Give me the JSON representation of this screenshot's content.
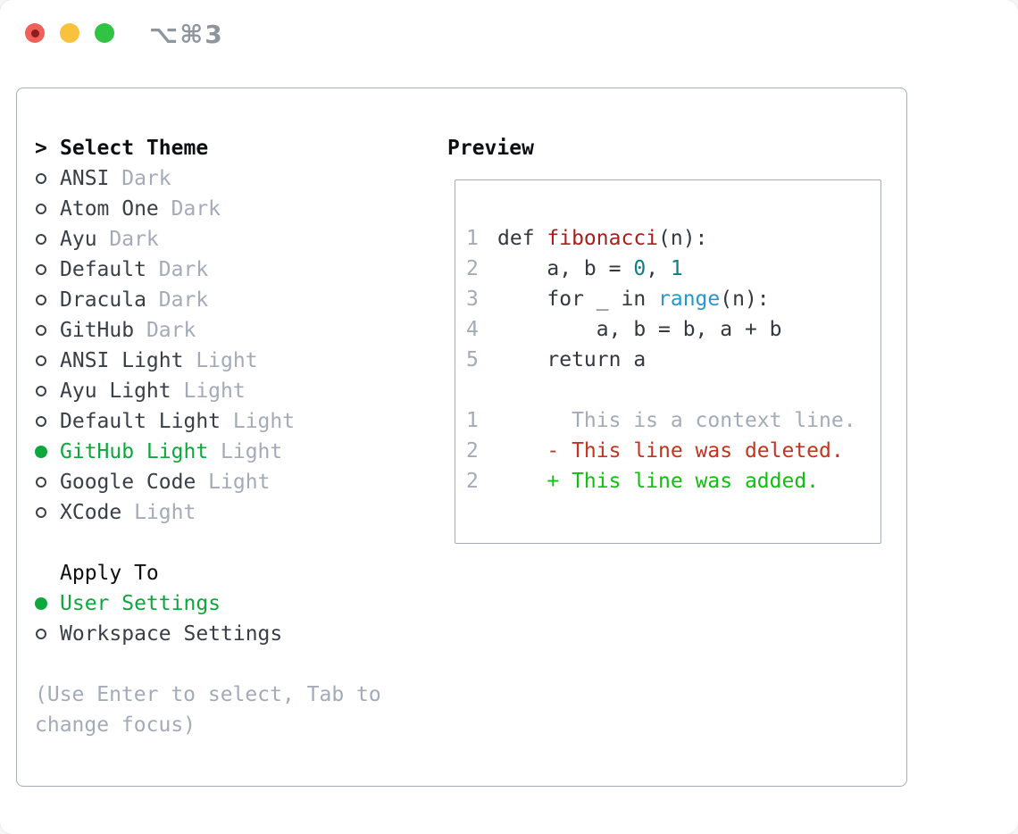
{
  "window": {
    "titlebar": {
      "shortcut_label": "⌥⌘3"
    }
  },
  "theme_menu": {
    "header": {
      "prompt": ">",
      "label": "Select Theme"
    },
    "items": [
      {
        "name": "ANSI",
        "variant": "Dark",
        "selected": false
      },
      {
        "name": "Atom One",
        "variant": "Dark",
        "selected": false
      },
      {
        "name": "Ayu",
        "variant": "Dark",
        "selected": false
      },
      {
        "name": "Default",
        "variant": "Dark",
        "selected": false
      },
      {
        "name": "Dracula",
        "variant": "Dark",
        "selected": false
      },
      {
        "name": "GitHub",
        "variant": "Dark",
        "selected": false
      },
      {
        "name": "ANSI Light",
        "variant": "Light",
        "selected": false
      },
      {
        "name": "Ayu Light",
        "variant": "Light",
        "selected": false
      },
      {
        "name": "Default Light",
        "variant": "Light",
        "selected": false
      },
      {
        "name": "GitHub Light",
        "variant": "Light",
        "selected": true
      },
      {
        "name": "Google Code",
        "variant": "Light",
        "selected": false
      },
      {
        "name": "XCode",
        "variant": "Light",
        "selected": false
      }
    ],
    "apply_to": {
      "label": "Apply To",
      "options": [
        {
          "name": "User Settings",
          "selected": true
        },
        {
          "name": "Workspace Settings",
          "selected": false
        }
      ]
    },
    "footer_hint_line1": "(Use Enter to select, Tab to",
    "footer_hint_line2": "change focus)"
  },
  "preview": {
    "label": "Preview",
    "code_lines": [
      {
        "ln": "1",
        "tokens": [
          {
            "t": "def ",
            "c": "code"
          },
          {
            "t": "fibonacci",
            "c": "func"
          },
          {
            "t": "(n):",
            "c": "code"
          }
        ]
      },
      {
        "ln": "2",
        "tokens": [
          {
            "t": "    a, b = ",
            "c": "code"
          },
          {
            "t": "0",
            "c": "num"
          },
          {
            "t": ", ",
            "c": "code"
          },
          {
            "t": "1",
            "c": "num"
          }
        ]
      },
      {
        "ln": "3",
        "tokens": [
          {
            "t": "    for _ in ",
            "c": "code"
          },
          {
            "t": "range",
            "c": "builtin"
          },
          {
            "t": "(n):",
            "c": "code"
          }
        ]
      },
      {
        "ln": "4",
        "tokens": [
          {
            "t": "        a, b = b, a + b",
            "c": "code"
          }
        ]
      },
      {
        "ln": "5",
        "tokens": [
          {
            "t": "    return a",
            "c": "code"
          }
        ]
      },
      {
        "ln": "",
        "tokens": []
      },
      {
        "ln": "1",
        "tokens": [
          {
            "t": "      This is a context line.",
            "c": "context"
          }
        ]
      },
      {
        "ln": "2",
        "tokens": [
          {
            "t": "    ",
            "c": "code"
          },
          {
            "t": "- This line was deleted.",
            "c": "removed"
          }
        ]
      },
      {
        "ln": "2",
        "tokens": [
          {
            "t": "    ",
            "c": "code"
          },
          {
            "t": "+ This line was added.",
            "c": "added"
          }
        ]
      }
    ]
  },
  "colors": {
    "ui-green": "#0ca83c",
    "diff-added-green": "#0dc10d",
    "diff-removed-red": "#c5331f",
    "function-red": "#a81d1d",
    "number-teal": "#0d7e86",
    "builtin-blue": "#2696d3",
    "muted-gray": "#a3abb8",
    "text-dark": "#383f47",
    "code-dark": "#32383f",
    "heading-black": "#0d0f12",
    "panel-border": "#a4adb8",
    "titlebar-gray": "#8f959d",
    "traffic-red": "#f0605a",
    "traffic-red-dot": "#8c1d18",
    "traffic-yellow": "#f9c23c",
    "traffic-green": "#31c444"
  }
}
